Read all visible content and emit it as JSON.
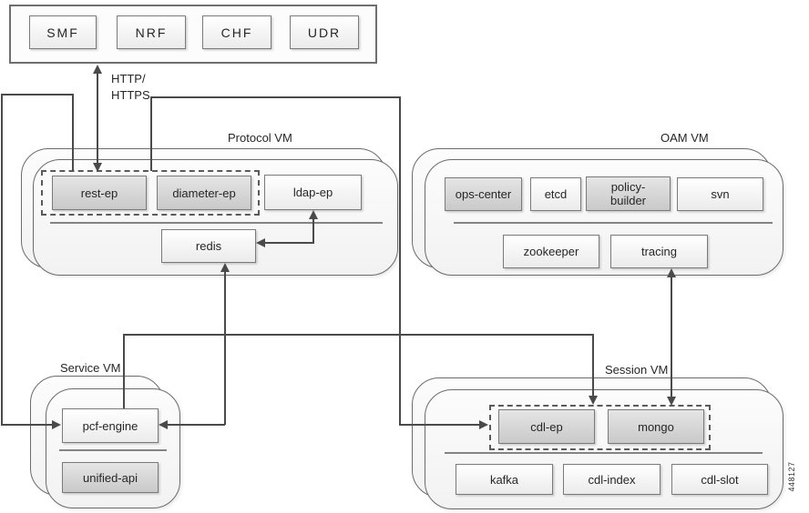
{
  "colors": {
    "line": "#4a4a4a",
    "node_border": "#7a7a7a",
    "node_gray_top": "#e5e5e5",
    "node_gray_bottom": "#c9c9c9",
    "node_light_top": "#ffffff",
    "node_light_bottom": "#ebebeb",
    "card_fill": "#f5f5f5",
    "card_border": "#6b6b6b",
    "text": "#262626"
  },
  "nf_box": {
    "smf": "SMF",
    "nrf": "NRF",
    "chf": "CHF",
    "udr": "UDR"
  },
  "edge_labels": {
    "http_line1": "HTTP/",
    "http_line2": "HTTPS"
  },
  "protocol_vm": {
    "title": "Protocol VM",
    "rest_ep": "rest-ep",
    "diameter_ep": "diameter-ep",
    "ldap_ep": "ldap-ep",
    "redis": "redis"
  },
  "oam_vm": {
    "title": "OAM VM",
    "ops_center": "ops-center",
    "etcd": "etcd",
    "policy_builder": "policy-builder",
    "svn": "svn",
    "zookeeper": "zookeeper",
    "tracing": "tracing"
  },
  "service_vm": {
    "title": "Service VM",
    "pcf_engine": "pcf-engine",
    "unified_api": "unified-api"
  },
  "session_vm": {
    "title": "Session VM",
    "cdl_ep": "cdl-ep",
    "mongo": "mongo",
    "kafka": "kafka",
    "cdl_index": "cdl-index",
    "cdl_slot": "cdl-slot"
  },
  "figure_id": "448127"
}
